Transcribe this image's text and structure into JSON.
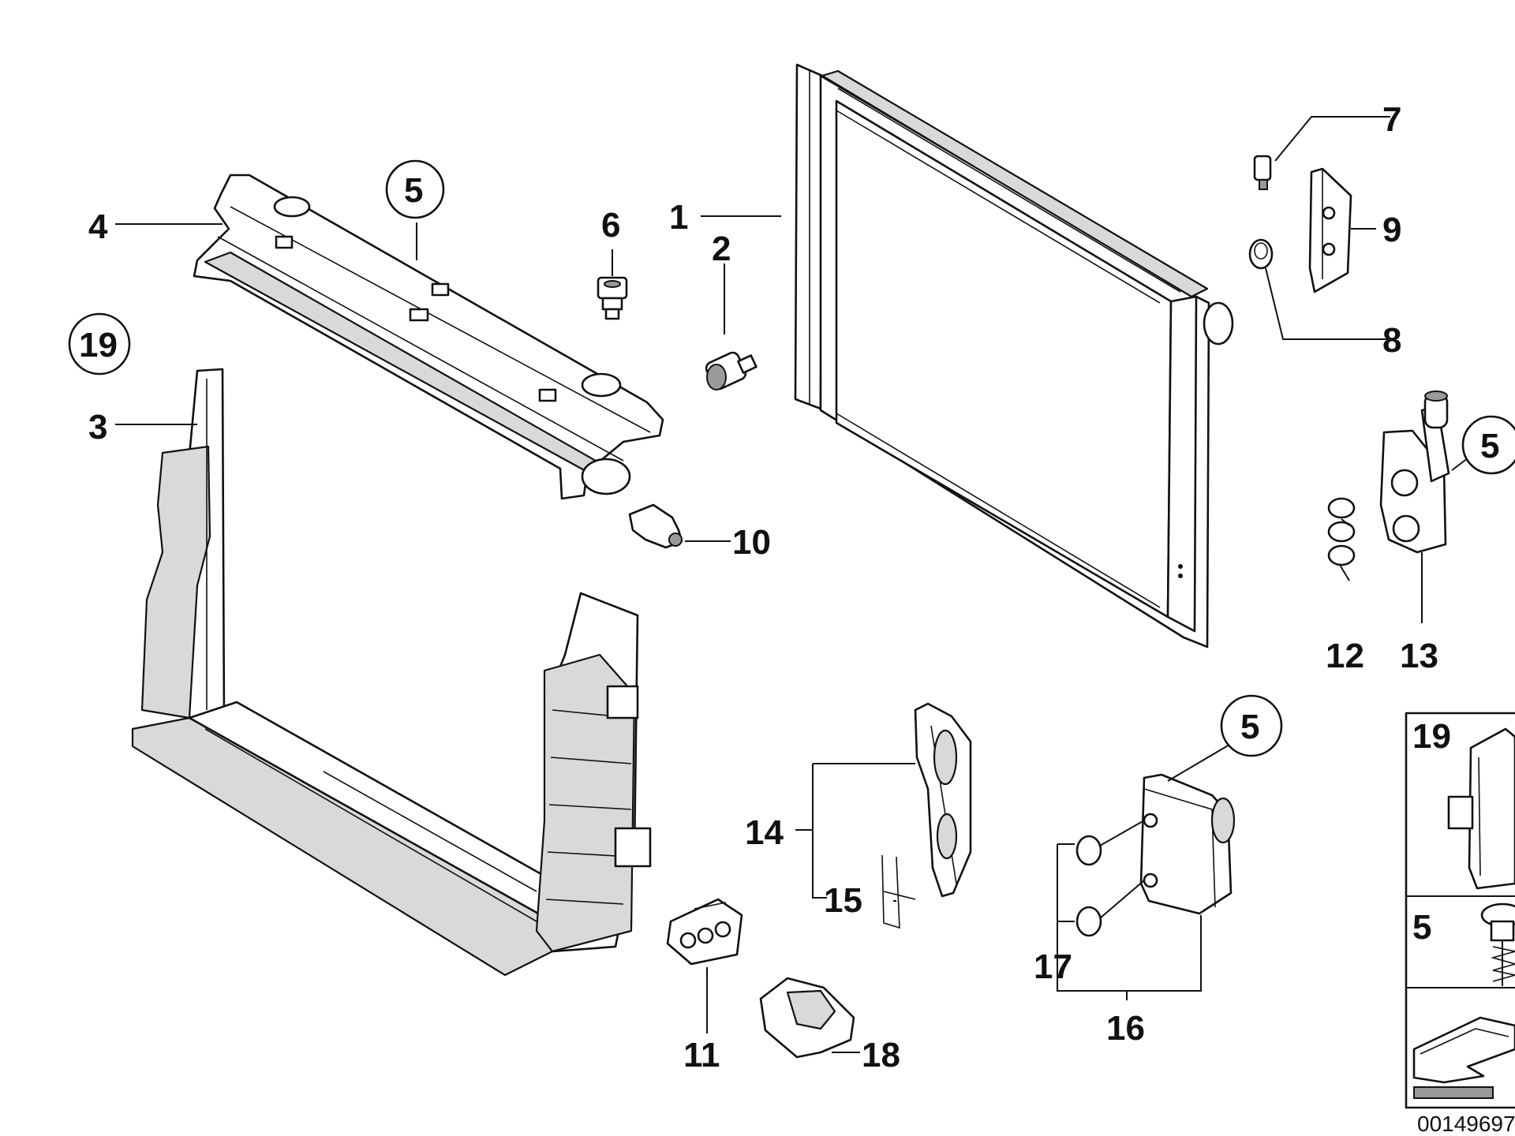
{
  "callouts": {
    "c1": "1",
    "c2": "2",
    "c3": "3",
    "c4": "4",
    "c5a": "5",
    "c5b": "5",
    "c5c": "5",
    "c6": "6",
    "c7": "7",
    "c8": "8",
    "c9": "9",
    "c10": "10",
    "c11": "11",
    "c12": "12",
    "c13": "13",
    "c14": "14",
    "c15": "15",
    "c16": "16",
    "c17": "17",
    "c18": "18",
    "c19": "19"
  },
  "legend": {
    "item_19": "19",
    "item_5": "5"
  },
  "reference_number": "00149697"
}
